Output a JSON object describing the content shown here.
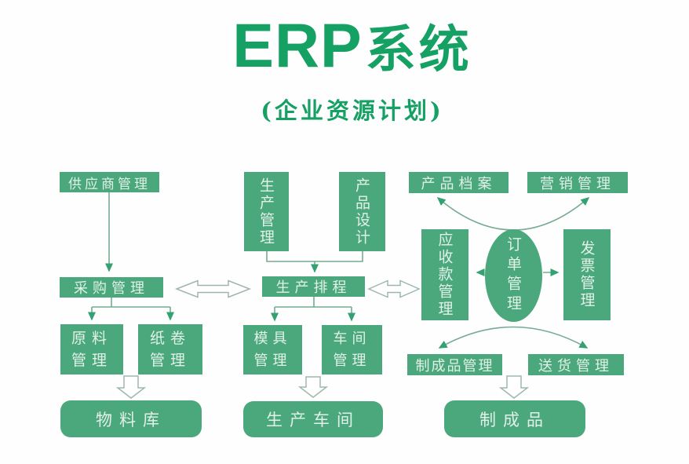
{
  "title": {
    "main_latin": "ERP",
    "main_cjk": "系统",
    "subtitle": "(企业资源计划)"
  },
  "colors": {
    "title_green": "#14a163",
    "node_fill": "#4aa87c",
    "node_text": "#e2f1e8",
    "connector_line": "#74ab91",
    "arrowhead": "#34a173",
    "hollow_arrow_outline": "#9db8ab",
    "background": "#fefefe"
  },
  "nodes": {
    "supplier_mgmt": "供应商管理",
    "purchasing_mgmt": "采购管理",
    "raw_material_mgmt": "原料管理",
    "paper_roll_mgmt": "纸卷管理",
    "material_warehouse": "物料库",
    "production_mgmt": "生产管理",
    "product_design": "产品设计",
    "production_scheduling": "生产排程",
    "mold_mgmt": "模具管理",
    "workshop_mgmt": "车间管理",
    "production_workshop": "生产车间",
    "product_archive": "产品档案",
    "marketing_mgmt": "营销管理",
    "receivables_mgmt": "应收款管理",
    "order_mgmt": "订单管理",
    "invoice_mgmt": "发票管理",
    "finished_goods_mgmt": "制成品管理",
    "delivery_mgmt": "送货管理",
    "finished_goods": "制成品"
  },
  "edges": [
    {
      "from": "supplier_mgmt",
      "to": "purchasing_mgmt",
      "style": "arrow"
    },
    {
      "from": "purchasing_mgmt",
      "to": "raw_material_mgmt",
      "style": "arrow"
    },
    {
      "from": "purchasing_mgmt",
      "to": "paper_roll_mgmt",
      "style": "arrow"
    },
    {
      "from": "raw_material_mgmt,paper_roll_mgmt",
      "to": "material_warehouse",
      "style": "hollow-block-arrow"
    },
    {
      "from": "purchasing_mgmt",
      "to": "production_scheduling",
      "style": "hollow-double-arrow"
    },
    {
      "from": "production_mgmt",
      "to": "production_scheduling",
      "style": "arrow"
    },
    {
      "from": "product_design",
      "to": "production_scheduling",
      "style": "arrow"
    },
    {
      "from": "production_scheduling",
      "to": "mold_mgmt",
      "style": "arrow"
    },
    {
      "from": "production_scheduling",
      "to": "workshop_mgmt",
      "style": "arrow"
    },
    {
      "from": "mold_mgmt,workshop_mgmt",
      "to": "production_workshop",
      "style": "hollow-block-arrow"
    },
    {
      "from": "production_scheduling",
      "to": "receivables_mgmt",
      "style": "hollow-double-arrow"
    },
    {
      "from": "order_mgmt",
      "to": "product_archive",
      "style": "curved-arrow"
    },
    {
      "from": "order_mgmt",
      "to": "marketing_mgmt",
      "style": "curved-arrow"
    },
    {
      "from": "order_mgmt",
      "to": "receivables_mgmt",
      "style": "arrow"
    },
    {
      "from": "order_mgmt",
      "to": "invoice_mgmt",
      "style": "arrow"
    },
    {
      "from": "order_mgmt",
      "to": "finished_goods_mgmt",
      "style": "curved-arrow"
    },
    {
      "from": "order_mgmt",
      "to": "delivery_mgmt",
      "style": "curved-arrow"
    },
    {
      "from": "finished_goods_mgmt,delivery_mgmt",
      "to": "finished_goods",
      "style": "hollow-block-arrow"
    }
  ]
}
